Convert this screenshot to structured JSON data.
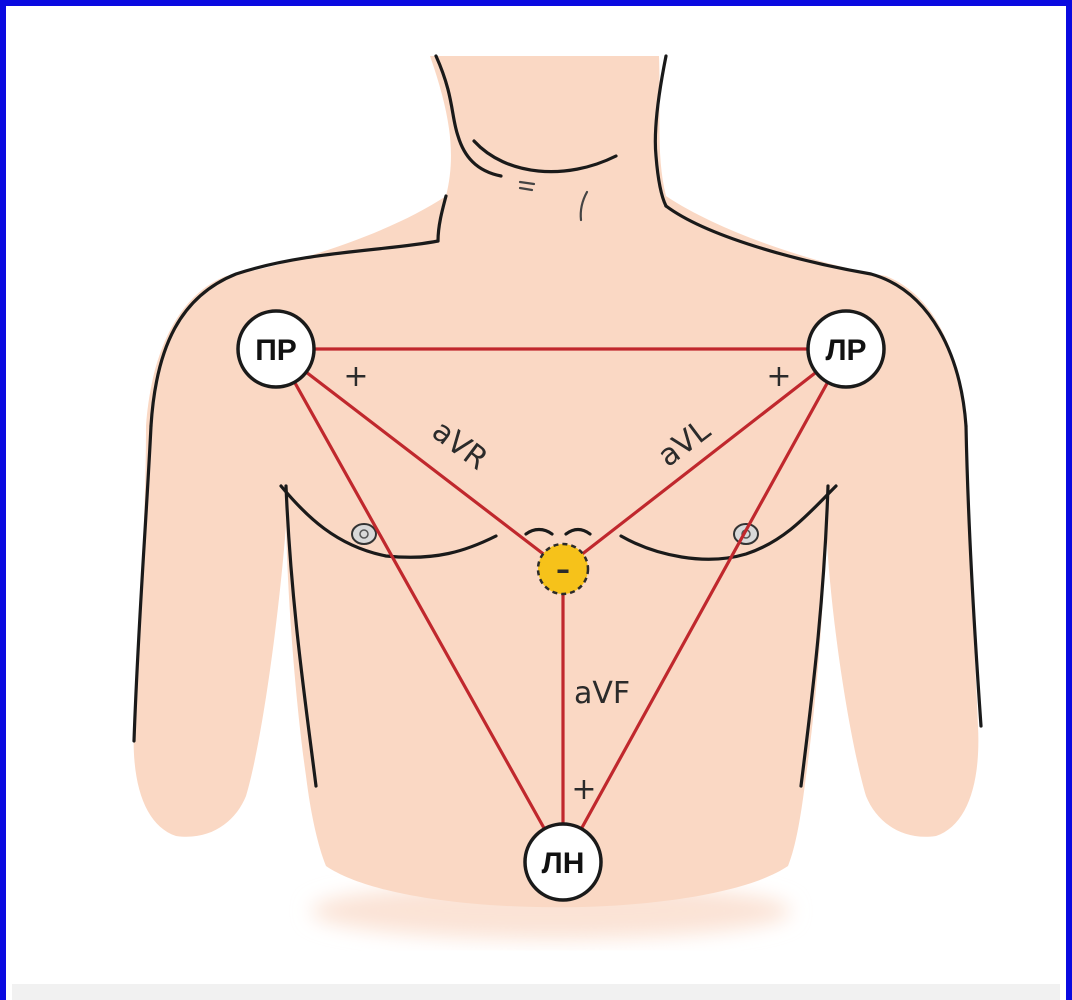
{
  "colors": {
    "frame": "#0a0ae0",
    "skin": "#fad8c4",
    "outline": "#1a1a1a",
    "lead_line": "#c0282d",
    "center_electrode": "#f6c21a"
  },
  "electrodes": {
    "right_arm": "ПР",
    "left_arm": "ЛР",
    "left_leg": "ЛН",
    "central_terminal": "–"
  },
  "leads": {
    "avr": "aVR",
    "avl": "aVL",
    "avf": "aVF"
  },
  "polarity": {
    "avr_plus": "+",
    "avl_plus": "+",
    "avf_plus": "+"
  }
}
